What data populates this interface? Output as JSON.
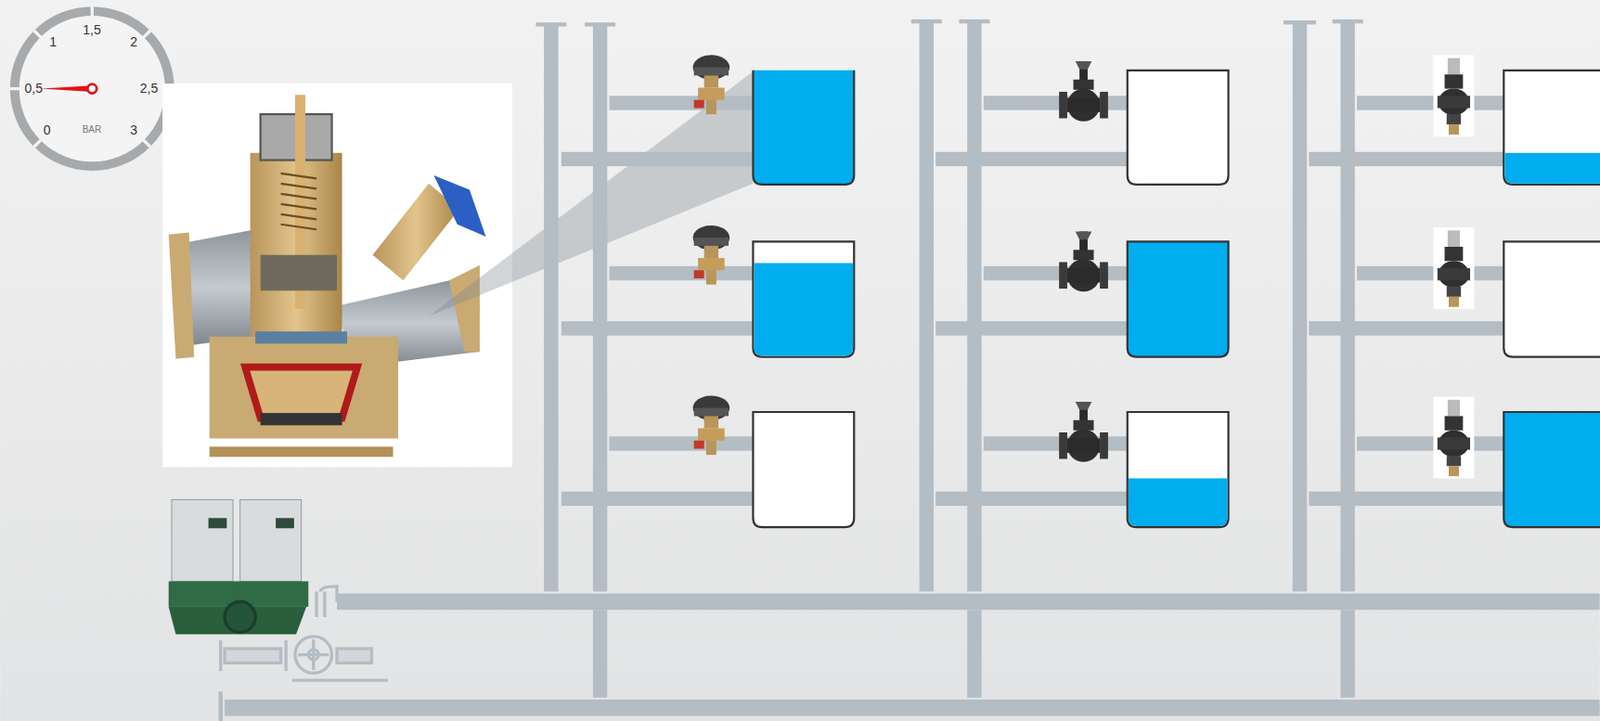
{
  "diagram": {
    "labels": [
      "1,5",
      "1",
      "2",
      "0,5",
      "2,5",
      "0",
      "BAR",
      "3"
    ]
  }
}
